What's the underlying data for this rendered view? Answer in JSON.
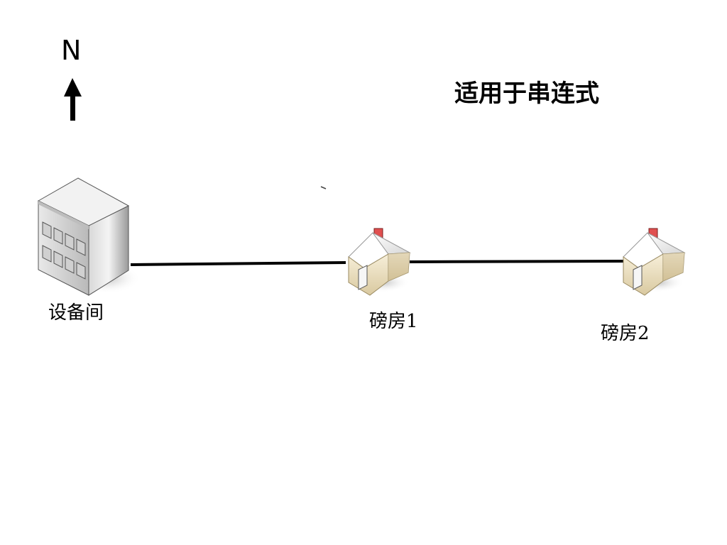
{
  "compass": {
    "label": "N"
  },
  "title": "适用于串连式",
  "nodes": [
    {
      "id": "equipment-room",
      "label": "设备间",
      "icon": "office-building-icon"
    },
    {
      "id": "pound-house-1",
      "label": "磅房1",
      "icon": "house-icon"
    },
    {
      "id": "pound-house-2",
      "label": "磅房2",
      "icon": "house-icon"
    }
  ],
  "links": [
    {
      "from": "equipment-room",
      "to": "pound-house-1"
    },
    {
      "from": "pound-house-1",
      "to": "pound-house-2"
    }
  ]
}
